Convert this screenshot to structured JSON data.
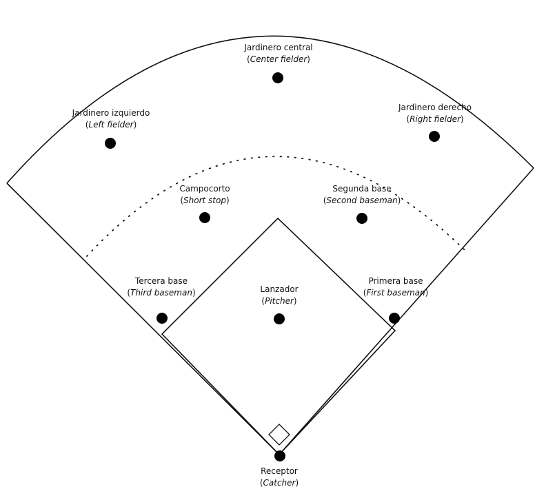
{
  "colors": {
    "line": "#111111",
    "player": "#000000",
    "background": "#ffffff"
  },
  "positions": [
    {
      "id": "center-fielder",
      "es": "Jardinero central",
      "en": "Center fielder"
    },
    {
      "id": "left-fielder",
      "es": "Jardinero izquierdo",
      "en": "Left fielder"
    },
    {
      "id": "right-fielder",
      "es": "Jardinero derecho",
      "en": "Right fielder"
    },
    {
      "id": "short-stop",
      "es": "Campocorto",
      "en": "Short stop"
    },
    {
      "id": "second-baseman",
      "es": "Segunda base",
      "en": "Second baseman"
    },
    {
      "id": "third-baseman",
      "es": "Tercera base",
      "en": "Third baseman"
    },
    {
      "id": "pitcher",
      "es": "Lanzador",
      "en": "Pitcher"
    },
    {
      "id": "first-baseman",
      "es": "Primera base",
      "en": "First baseman"
    },
    {
      "id": "catcher",
      "es": "Receptor",
      "en": "Catcher"
    }
  ]
}
